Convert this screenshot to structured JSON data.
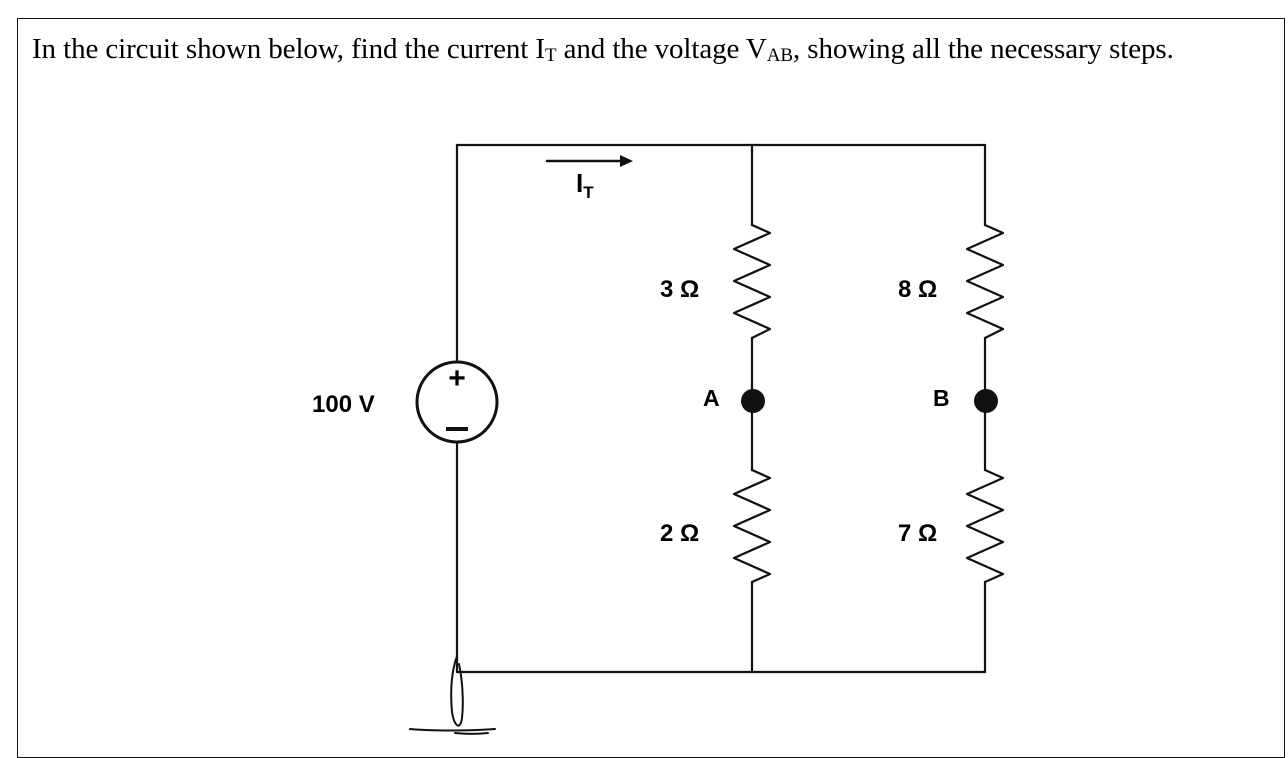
{
  "question": {
    "prefix": "In the circuit shown below, find the current I",
    "current_sub": "T",
    "middle": " and the voltage V",
    "voltage_sub": "AB",
    "suffix": ", showing all the necessary steps."
  },
  "circuit": {
    "source_label": "100 V",
    "source_plus": "+",
    "source_minus": "−",
    "current_label": "I",
    "current_label_sub": "T",
    "r1_label": "3 Ω",
    "r2_label": "2 Ω",
    "r3_label": "8 Ω",
    "r4_label": "7 Ω",
    "node_a_label": "A",
    "node_b_label": "B"
  }
}
